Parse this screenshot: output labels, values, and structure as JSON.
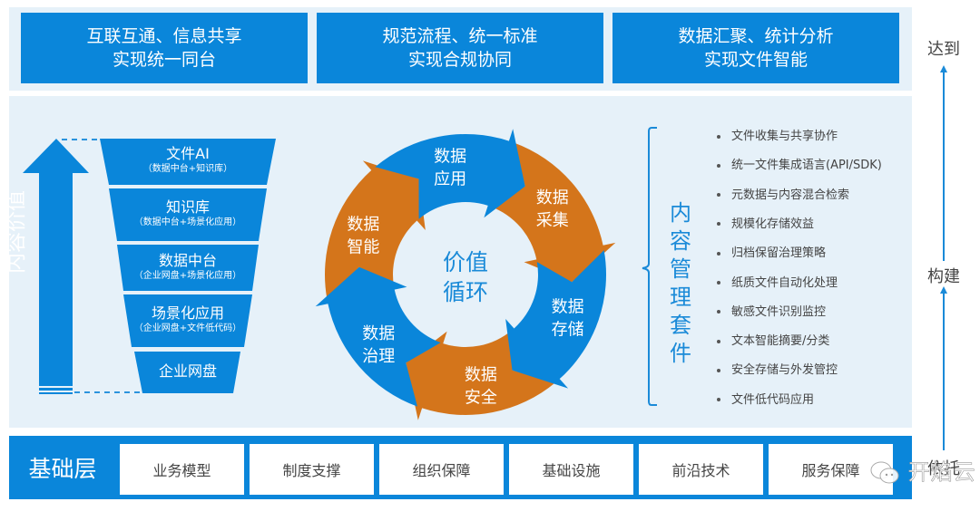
{
  "goals": [
    {
      "line1": "互联互通、信息共享",
      "line2": "实现统一同台"
    },
    {
      "line1": "规范流程、统一标准",
      "line2": "实现合规协同"
    },
    {
      "line1": "数据汇聚、统计分析",
      "line2": "实现文件智能"
    }
  ],
  "side_labels": {
    "achieve": "达到",
    "build": "构建",
    "rely": "依托"
  },
  "value_arrow": {
    "label": "内容价值"
  },
  "funnel": [
    {
      "title": "文件AI",
      "sub": "（数据中台+知识库）"
    },
    {
      "title": "知识库",
      "sub": "（数据中台+场景化应用）"
    },
    {
      "title": "数据中台",
      "sub": "（企业网盘+场景化应用）"
    },
    {
      "title": "场景化应用",
      "sub": "（企业网盘+文件低代码）"
    },
    {
      "title": "企业网盘",
      "sub": ""
    }
  ],
  "cycle": {
    "center_line1": "价值",
    "center_line2": "循环",
    "colors": {
      "blue": "#0a86da",
      "orange": "#d4751b"
    },
    "segments": [
      {
        "line1": "数据",
        "line2": "应用",
        "color": "blue"
      },
      {
        "line1": "数据",
        "line2": "采集",
        "color": "orange"
      },
      {
        "line1": "数据",
        "line2": "存储",
        "color": "blue"
      },
      {
        "line1": "数据",
        "line2": "安全",
        "color": "orange"
      },
      {
        "line1": "数据",
        "line2": "治理",
        "color": "blue"
      },
      {
        "line1": "数据",
        "line2": "智能",
        "color": "orange"
      }
    ]
  },
  "suite": {
    "title": "内容管理套件",
    "items": [
      "文件收集与共享协作",
      "统一文件集成语言(API/SDK)",
      "元数据与内容混合检索",
      "规模化存储效益",
      "归档保留治理策略",
      "纸质文件自动化处理",
      "敏感文件识别监控",
      "文本智能摘要/分类",
      "安全存储与外发管控",
      "文件低代码应用"
    ]
  },
  "base": {
    "title": "基础层",
    "items": [
      "业务模型",
      "制度支撑",
      "组织保障",
      "基础设施",
      "前沿技术",
      "服务保障"
    ]
  },
  "watermark": "开焰云"
}
